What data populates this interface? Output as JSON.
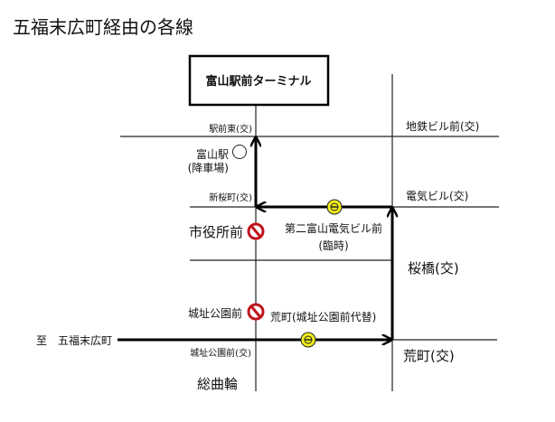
{
  "title": "五福末広町経由の各線",
  "terminal": "富山駅前ターミナル",
  "intersections": {
    "ekimae_higashi": "駅前東(交)",
    "chitetsu_biru": "地鉄ビル前(交)",
    "shin_sakuramachi": "新桜町(交)",
    "denki_biru": "電気ビル(交)",
    "sakurabashi": "桜橋(交)",
    "johshi_koen": "城址公園前(交)",
    "aramachi": "荒町(交)"
  },
  "stops": {
    "toyama_station": "富山駅",
    "toyama_station_note": "(降車場)",
    "shiyakusho": "市役所前",
    "daini_denki": "第二富山電気ビル前",
    "daini_denki_note": "(臨時)",
    "johshi_koen_mae": "城址公園前",
    "aramachi_alt": "荒町(城址公園前代替)",
    "sogawa": "総曲輪"
  },
  "origin": "至　五福末広町",
  "colors": {
    "temporary_stop": "#f2ef1a",
    "closed_stop": "#c0141c"
  }
}
